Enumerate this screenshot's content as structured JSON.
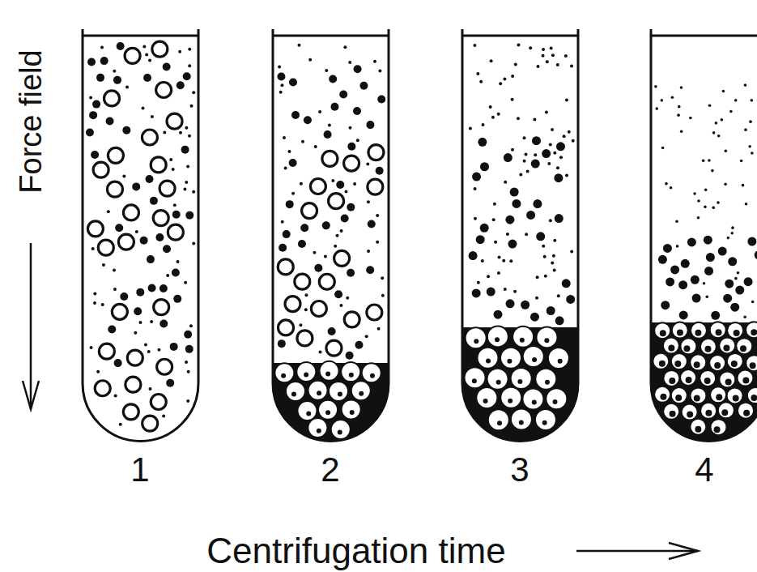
{
  "diagram": {
    "labels": [
      "Force field",
      "1",
      "2",
      "3",
      "4",
      "Centrifugation time"
    ]
  }
}
